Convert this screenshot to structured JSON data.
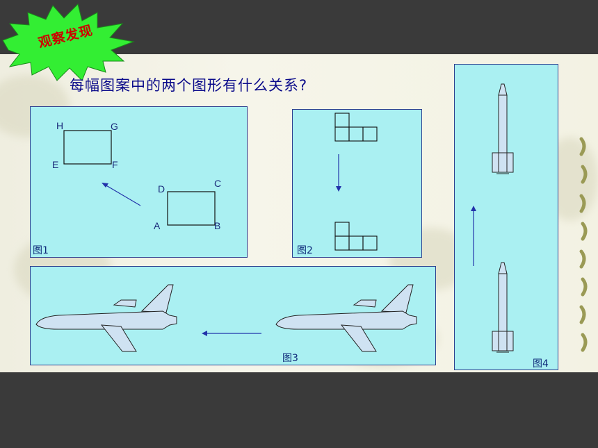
{
  "badge": {
    "text": "观察发现"
  },
  "title": "每幅图案中的两个图形有什么关系?",
  "panels": {
    "p1": {
      "caption": "图1",
      "labels": {
        "h": "H",
        "g": "G",
        "e": "E",
        "f": "F",
        "d": "D",
        "c": "C",
        "a": "A",
        "b": "B"
      }
    },
    "p2": {
      "caption": "图2"
    },
    "p3": {
      "caption": "图3"
    },
    "p4": {
      "caption": "图4"
    }
  }
}
